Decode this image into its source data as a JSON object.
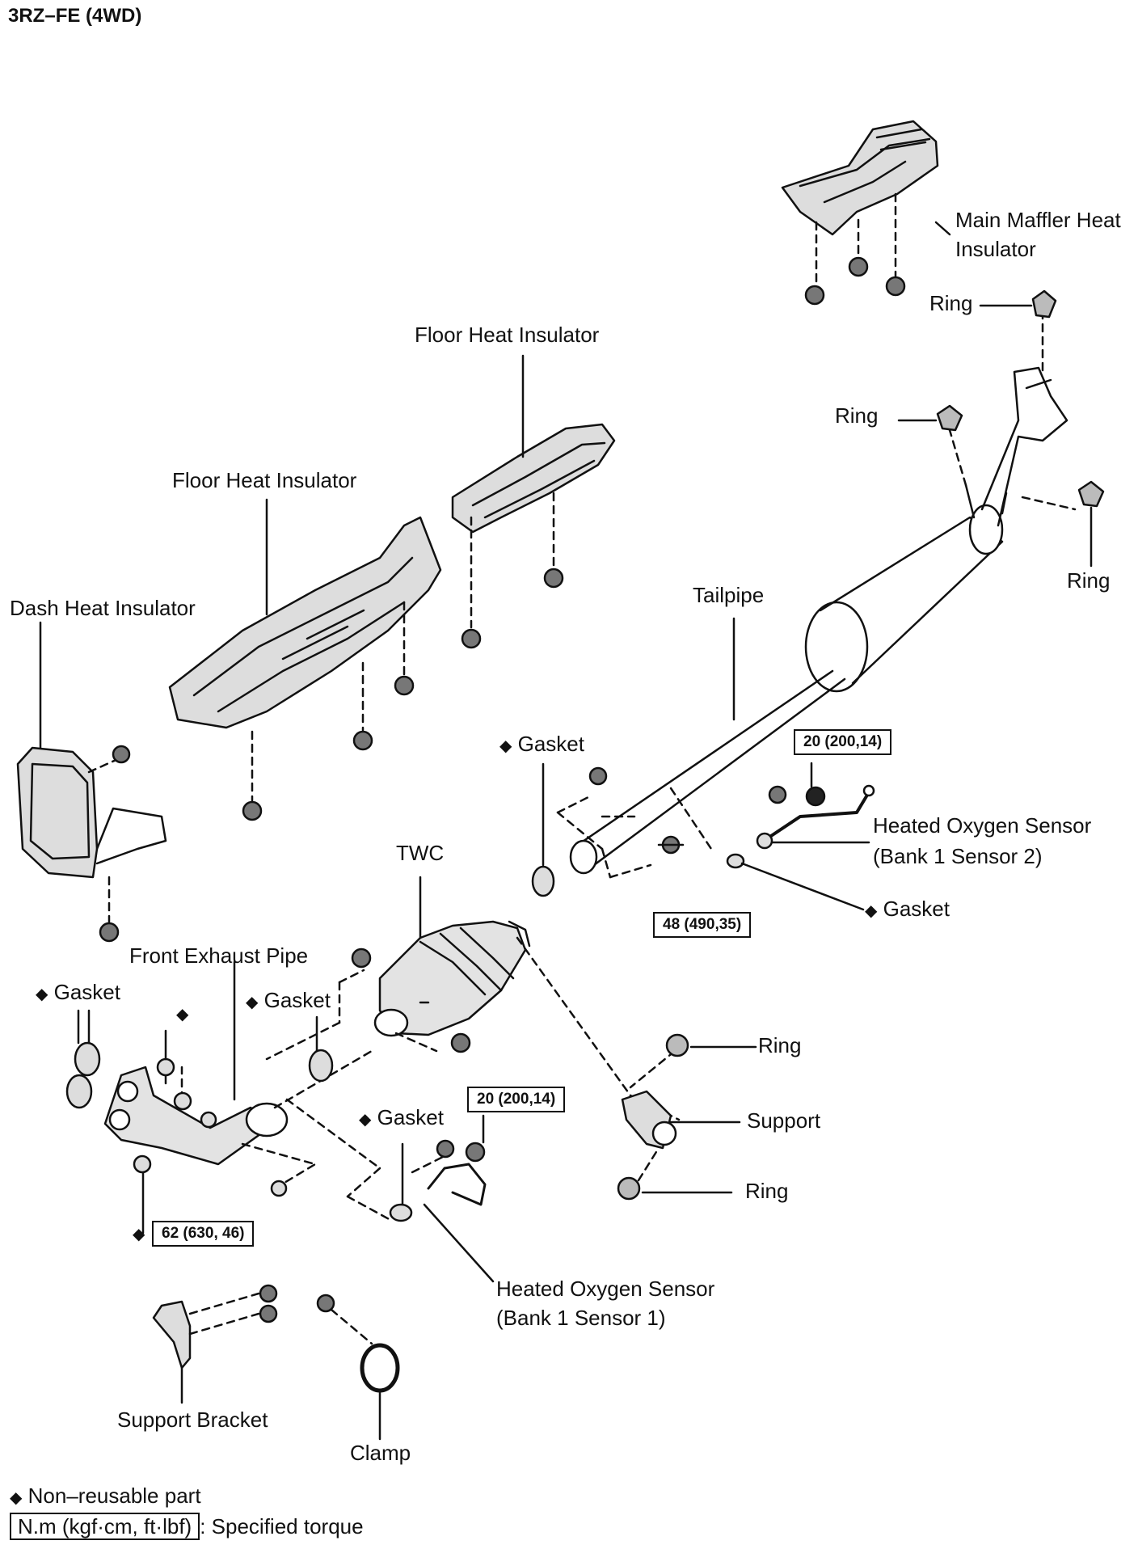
{
  "title": "3RZ–FE (4WD)",
  "labels": {
    "main_muffler_heat_insulator_1": "Main Maffler Heat",
    "main_muffler_heat_insulator_2": "Insulator",
    "ring_top": "Ring",
    "floor_heat_insulator_upper": "Floor Heat Insulator",
    "ring_mid": "Ring",
    "floor_heat_insulator_lower": "Floor Heat Insulator",
    "ring_right": "Ring",
    "tailpipe": "Tailpipe",
    "dash_heat_insulator": "Dash Heat Insulator",
    "gasket_tailpipe": "Gasket",
    "hos2_line1": "Heated Oxygen Sensor",
    "hos2_line2": "(Bank 1 Sensor 2)",
    "twc": "TWC",
    "gasket_sensor2": "Gasket",
    "front_exhaust_pipe": "Front Exhaust Pipe",
    "gasket_left": "Gasket",
    "gasket_middle": "Gasket",
    "ring_support_upper": "Ring",
    "support": "Support",
    "gasket_sensor1": "Gasket",
    "ring_support_lower": "Ring",
    "hos1_line1": "Heated Oxygen Sensor",
    "hos1_line2": "(Bank 1 Sensor 1)",
    "support_bracket": "Support Bracket",
    "clamp": "Clamp"
  },
  "torques": {
    "sensor2": "20 (200,14)",
    "tailpipe_bolt": "48 (490,35)",
    "sensor1": "20 (200,14)",
    "front_pipe": "62 (630, 46)"
  },
  "legend": {
    "non_reusable": "Non–reusable part",
    "torque_unit": "N.m (kgf·cm, ft·lbf)",
    "torque_desc": ": Specified torque"
  }
}
